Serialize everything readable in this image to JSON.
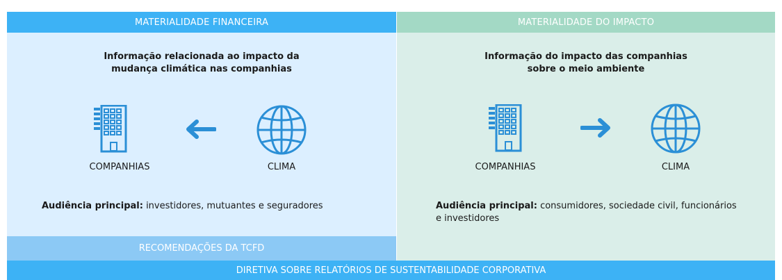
{
  "left": {
    "header": "MATERIALIDADE FINANCEIRA",
    "subtitle_line1": "Informação relacionada ao impacto da",
    "subtitle_line2": "mudança climática nas companhias",
    "companies_label": "COMPANHIAS",
    "climate_label": "CLIMA",
    "audience_prefix": "Audiência principal:",
    "audience_text": " investidores, mutuantes e seguradores",
    "bottom_bar": "RECOMENDAÇÕES DA TCFD",
    "arrow": "left"
  },
  "right": {
    "header": "MATERIALIDADE DO IMPACTO",
    "subtitle_line1": "Informação do impacto das companhias",
    "subtitle_line2": "sobre o meio ambiente",
    "companies_label": "COMPANHIAS",
    "climate_label": "CLIMA",
    "audience_prefix": "Audiência principal:",
    "audience_text_line1": " consumidores, sociedade civil, funcionários",
    "audience_text_line2": "e investidores",
    "arrow": "right"
  },
  "footer": "DIRETIVA SOBRE RELATÓRIOS DE SUSTENTABILIDADE CORPORATIVA",
  "colors": {
    "accent_blue": "#3db2f5",
    "icon_blue": "#2b8fd6",
    "left_bg": "#dcefff",
    "right_bg": "#daeee9",
    "right_header": "#a3d9c5",
    "tcfd_bar": "#8cc9f5"
  },
  "icons": [
    "building-icon",
    "arrow-left-icon",
    "globe-icon",
    "arrow-right-icon"
  ]
}
